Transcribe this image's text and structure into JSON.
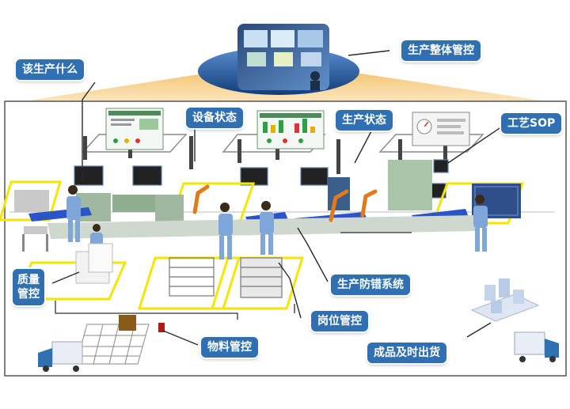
{
  "labels": {
    "overall_control": "生产整体管控",
    "what_to_produce": "该生产什么",
    "equipment_status": "设备状态",
    "production_status": "生产状态",
    "process_sop": "工艺SOP",
    "quality_line1": "质量",
    "quality_line2": "管控",
    "error_proofing": "生产防错系统",
    "station_control": "岗位管控",
    "material_control": "物料管控",
    "finished_delivery": "成品及时出货"
  },
  "colors": {
    "label_bg": "#2f6fb2",
    "label_text": "#ffffff",
    "highlight_yellow": "#f4e600",
    "conveyor_blue": "#2a55c8",
    "machine_green": "#8fb58f",
    "worker_blue": "#7fa6d8",
    "robot_orange": "#e07a1c",
    "ellipse_blue": "#1f5aa0"
  },
  "icons": [
    "control-room-monitors-icon",
    "worker-icon",
    "robot-arm-icon",
    "truck-icon",
    "warehouse-icon",
    "cart-icon",
    "pallet-icon"
  ]
}
